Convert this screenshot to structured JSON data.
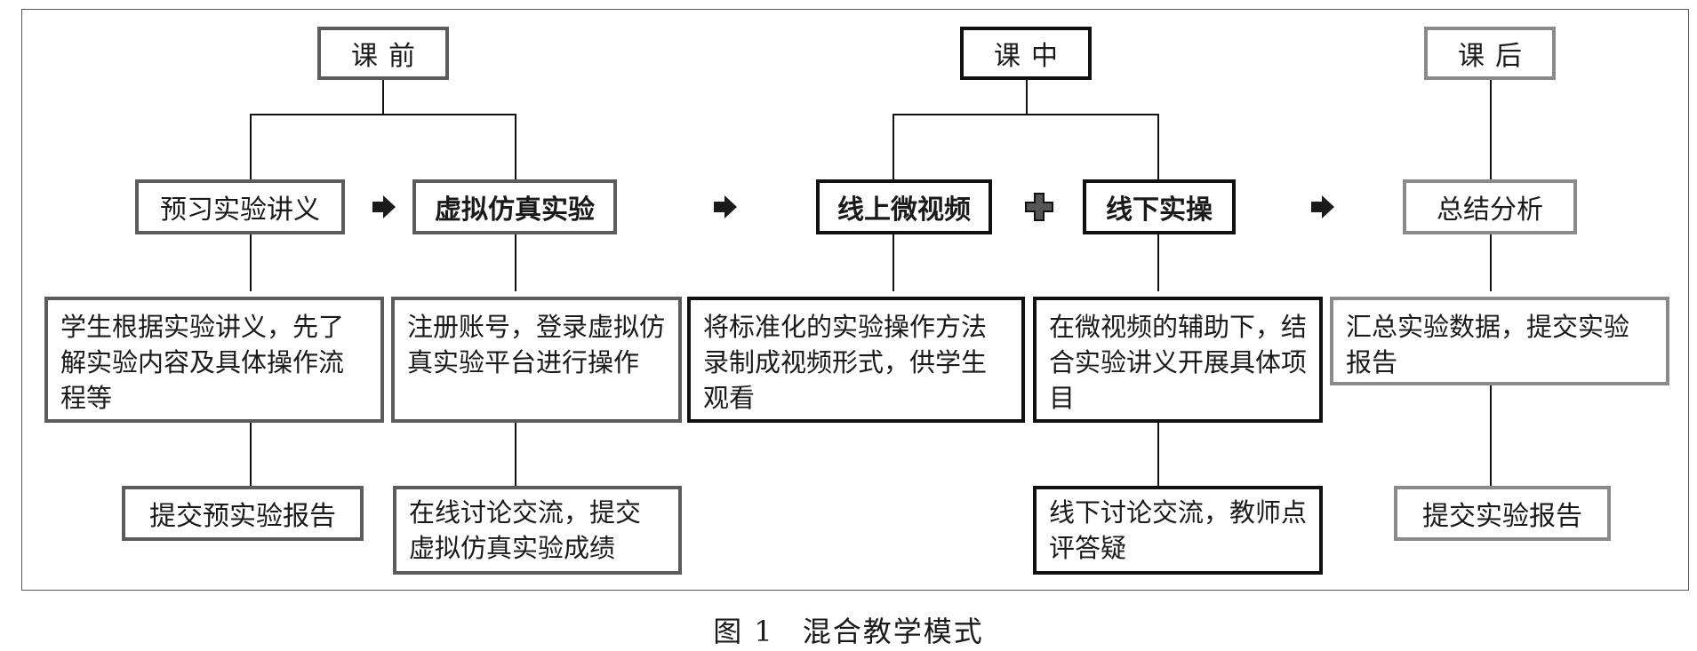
{
  "headers": {
    "before": "课前",
    "during": "课中",
    "after": "课后"
  },
  "stages": {
    "preview_handout": "预习实验讲义",
    "virtual_simulation": "虚拟仿真实验",
    "online_micro_video": "线上微视频",
    "offline_practice": "线下实操",
    "summary_analysis": "总结分析"
  },
  "descriptions": {
    "preview_handout": "学生根据实验讲义，先了解实验内容及具体操作流程等",
    "virtual_simulation": "注册账号，登录虚拟仿真实验平台进行操作",
    "online_micro_video": "将标准化的实验操作方法录制成视频形式，供学生观看",
    "offline_practice": "在微视频的辅助下，结合实验讲义开展具体项目",
    "summary_analysis": "汇总实验数据，提交实验报告"
  },
  "outcomes": {
    "preview_handout": "提交预实验报告",
    "virtual_simulation": "在线讨论交流，提交虚拟仿真实验成绩",
    "offline_practice": "线下讨论交流，教师点评答疑",
    "summary_analysis": "提交实验报告"
  },
  "caption": {
    "figure_number": "图 1",
    "title": "混合教学模式"
  }
}
